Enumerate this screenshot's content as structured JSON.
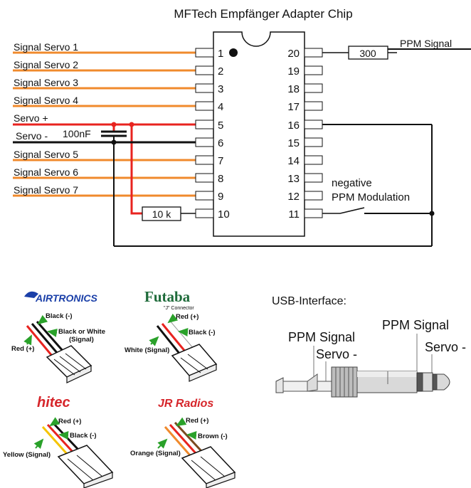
{
  "title": "MFTech Empfänger Adapter Chip",
  "colors": {
    "signal_wire": "#f08a2c",
    "plus_wire": "#e8231f",
    "minus_wire": "#111111",
    "airtronics": "#1a3fa8",
    "futaba": "#1e6b3a",
    "hitec": "#d6262b",
    "jr": "#d6262b"
  },
  "chip": {
    "pins_left": [
      "1",
      "2",
      "3",
      "4",
      "5",
      "6",
      "7",
      "8",
      "9",
      "10"
    ],
    "pins_right": [
      "20",
      "19",
      "18",
      "17",
      "16",
      "15",
      "14",
      "13",
      "12",
      "11"
    ]
  },
  "left_labels": {
    "s1": "Signal Servo 1",
    "s2": "Signal Servo 2",
    "s3": "Signal Servo 3",
    "s4": "Signal Servo 4",
    "plus": "Servo +",
    "minus": "Servo -",
    "cap": "100nF",
    "s5": "Signal Servo 5",
    "s6": "Signal Servo 6",
    "s7": "Signal Servo 7"
  },
  "resistors": {
    "r10k": "10 k",
    "r300": "300"
  },
  "right_labels": {
    "ppm": "PPM Signal",
    "neg1": "negative",
    "neg2": "PPM Modulation"
  },
  "connectors": {
    "airtronics": {
      "brand": "AIRTRONICS",
      "l1": "Black (-)",
      "l2a": "Black or White",
      "l2b": "(Signal)",
      "l3": "Red (+)"
    },
    "futaba": {
      "brand": "Futaba",
      "sub": "\"J\" Connector",
      "l1": "Red (+)",
      "l2": "Black (-)",
      "l3": "White (Signal)"
    },
    "hitec": {
      "brand": "hitec",
      "l1": "Red (+)",
      "l2": "Black (-)",
      "l3": "Yellow (Signal)"
    },
    "jr": {
      "brand": "JR Radios",
      "l1": "Red (+)",
      "l2": "Brown (-)",
      "l3": "Orange (Signal)"
    }
  },
  "usb": {
    "title": "USB-Interface:",
    "ppm_left": "PPM Signal",
    "servo_left": "Servo -",
    "ppm_right": "PPM Signal",
    "servo_right": "Servo -"
  }
}
